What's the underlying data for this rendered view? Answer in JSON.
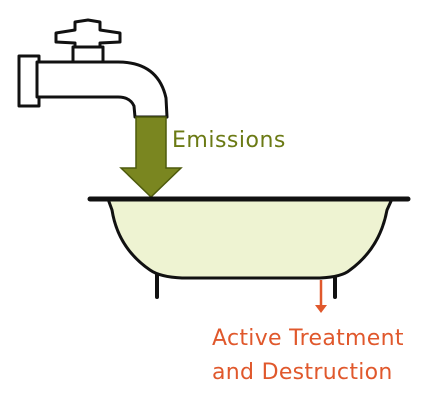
{
  "labels": {
    "inflow": "Emissions",
    "outflow_line1": "Active Treatment",
    "outflow_line2": "and Destruction"
  },
  "colors": {
    "inflow": "#6b7a14",
    "inflow_arrow": "#7a8620",
    "outflow": "#e0582c",
    "tub_fill": "#eef3d2",
    "outline": "#111111",
    "faucet": "#ffffff"
  },
  "icons": [
    "faucet-icon",
    "bathtub-icon",
    "down-arrow-icon"
  ]
}
